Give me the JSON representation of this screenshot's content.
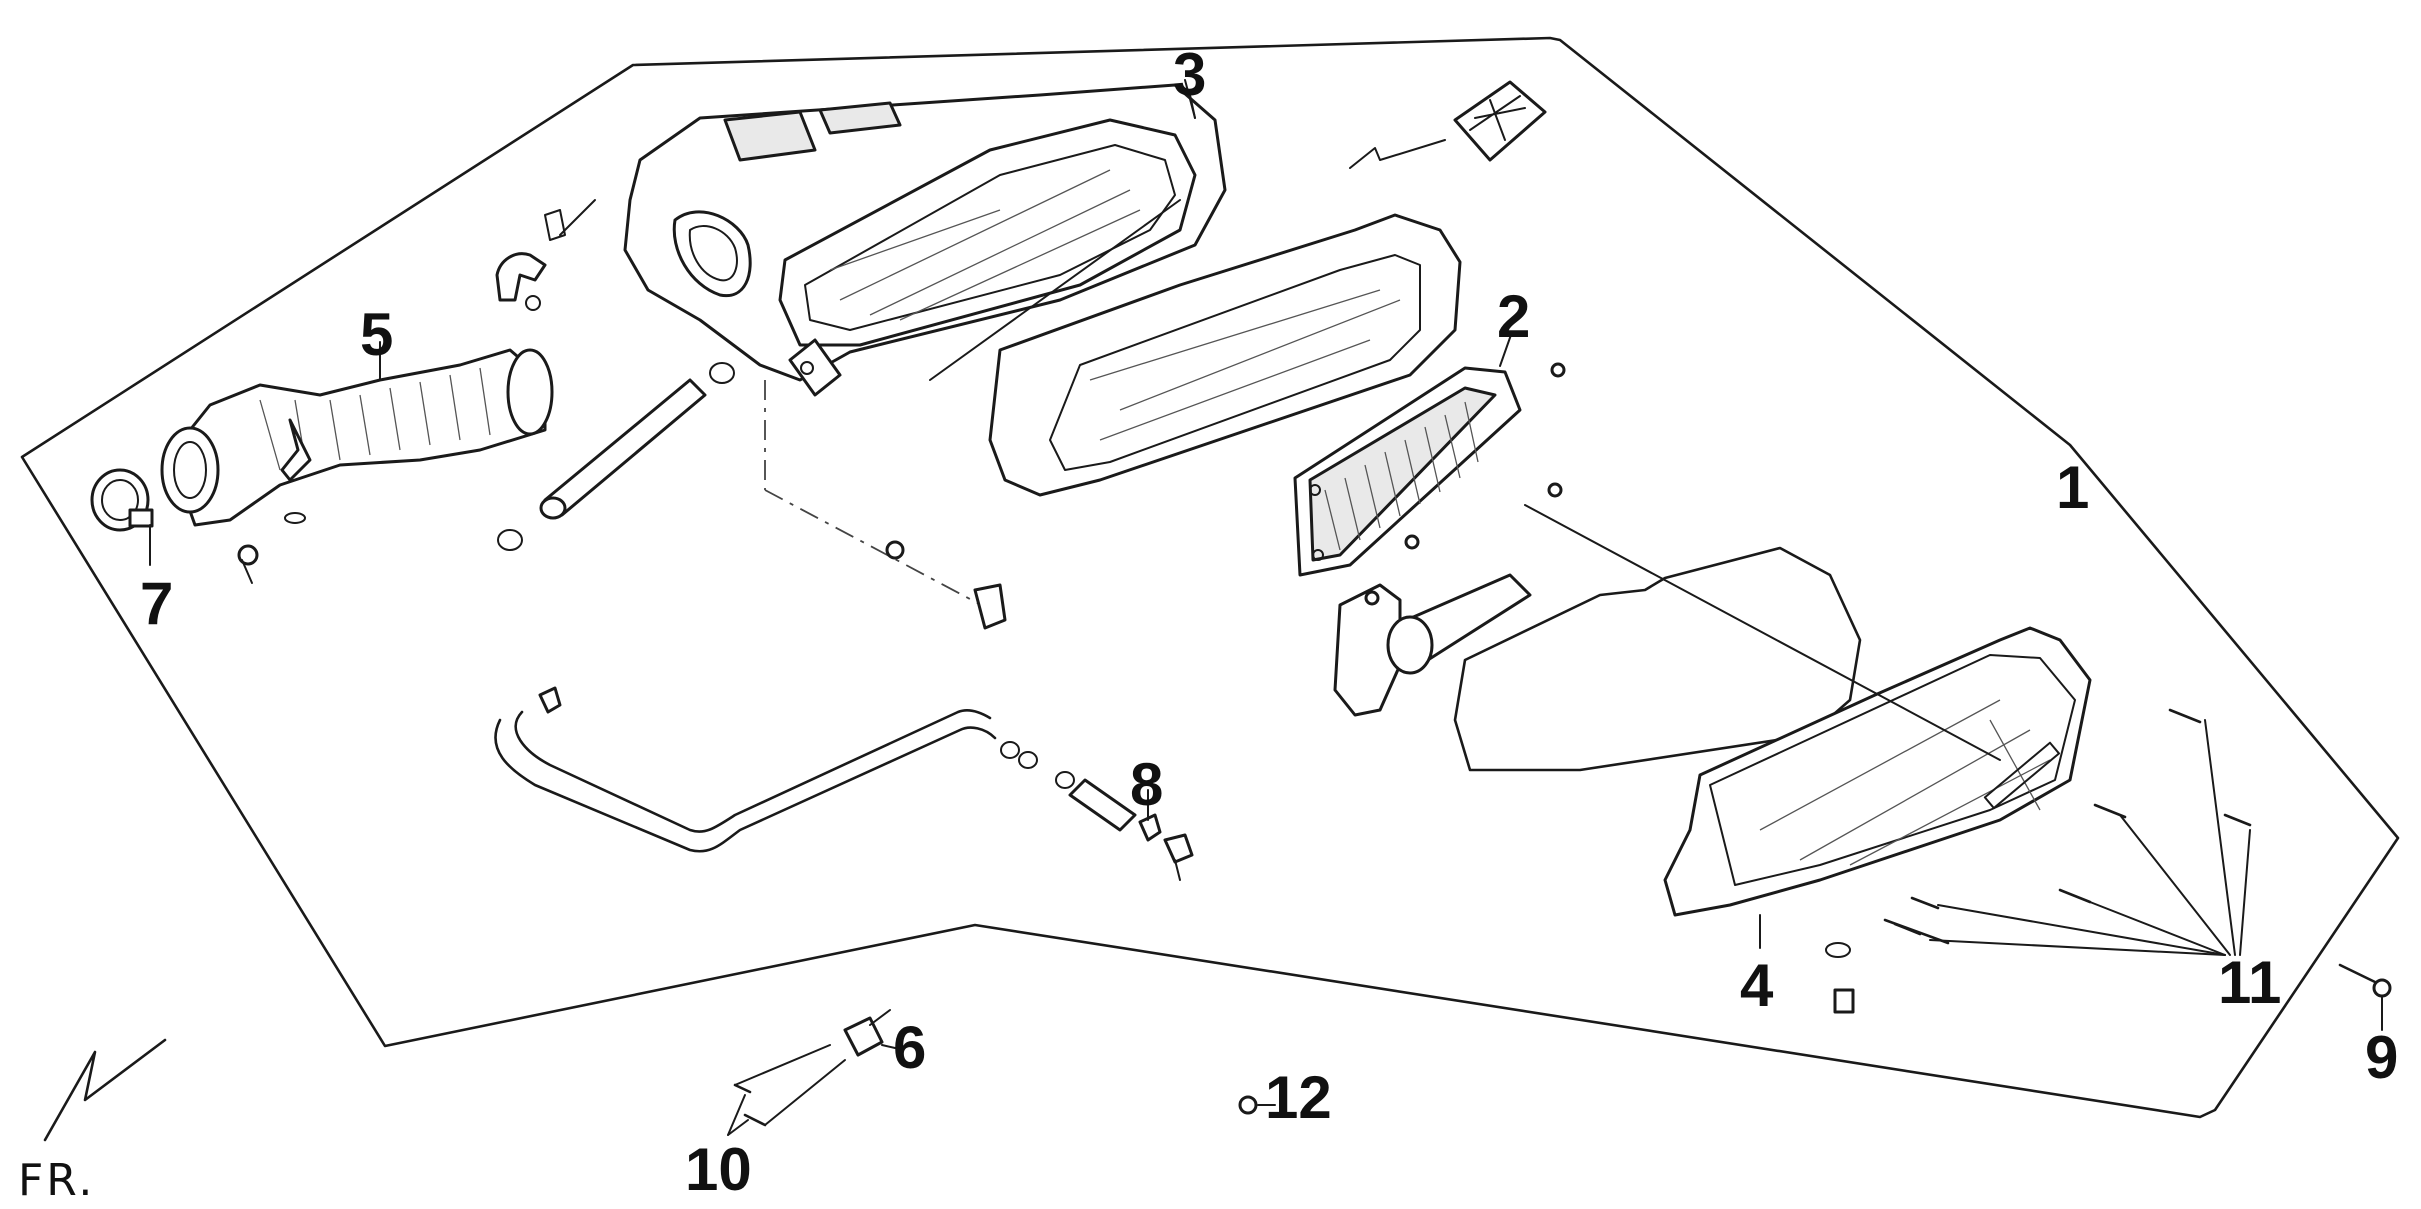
{
  "callouts": [
    {
      "id": "1",
      "label": "1"
    },
    {
      "id": "2",
      "label": "2"
    },
    {
      "id": "3",
      "label": "3"
    },
    {
      "id": "4",
      "label": "4"
    },
    {
      "id": "5",
      "label": "5"
    },
    {
      "id": "6",
      "label": "6"
    },
    {
      "id": "7",
      "label": "7"
    },
    {
      "id": "8",
      "label": "8"
    },
    {
      "id": "9",
      "label": "9"
    },
    {
      "id": "10",
      "label": "10"
    },
    {
      "id": "11",
      "label": "11"
    },
    {
      "id": "12",
      "label": "12"
    }
  ],
  "direction_marker": {
    "label": "FR."
  },
  "colors": {
    "line": "#1a1a1a",
    "background": "#ffffff"
  }
}
